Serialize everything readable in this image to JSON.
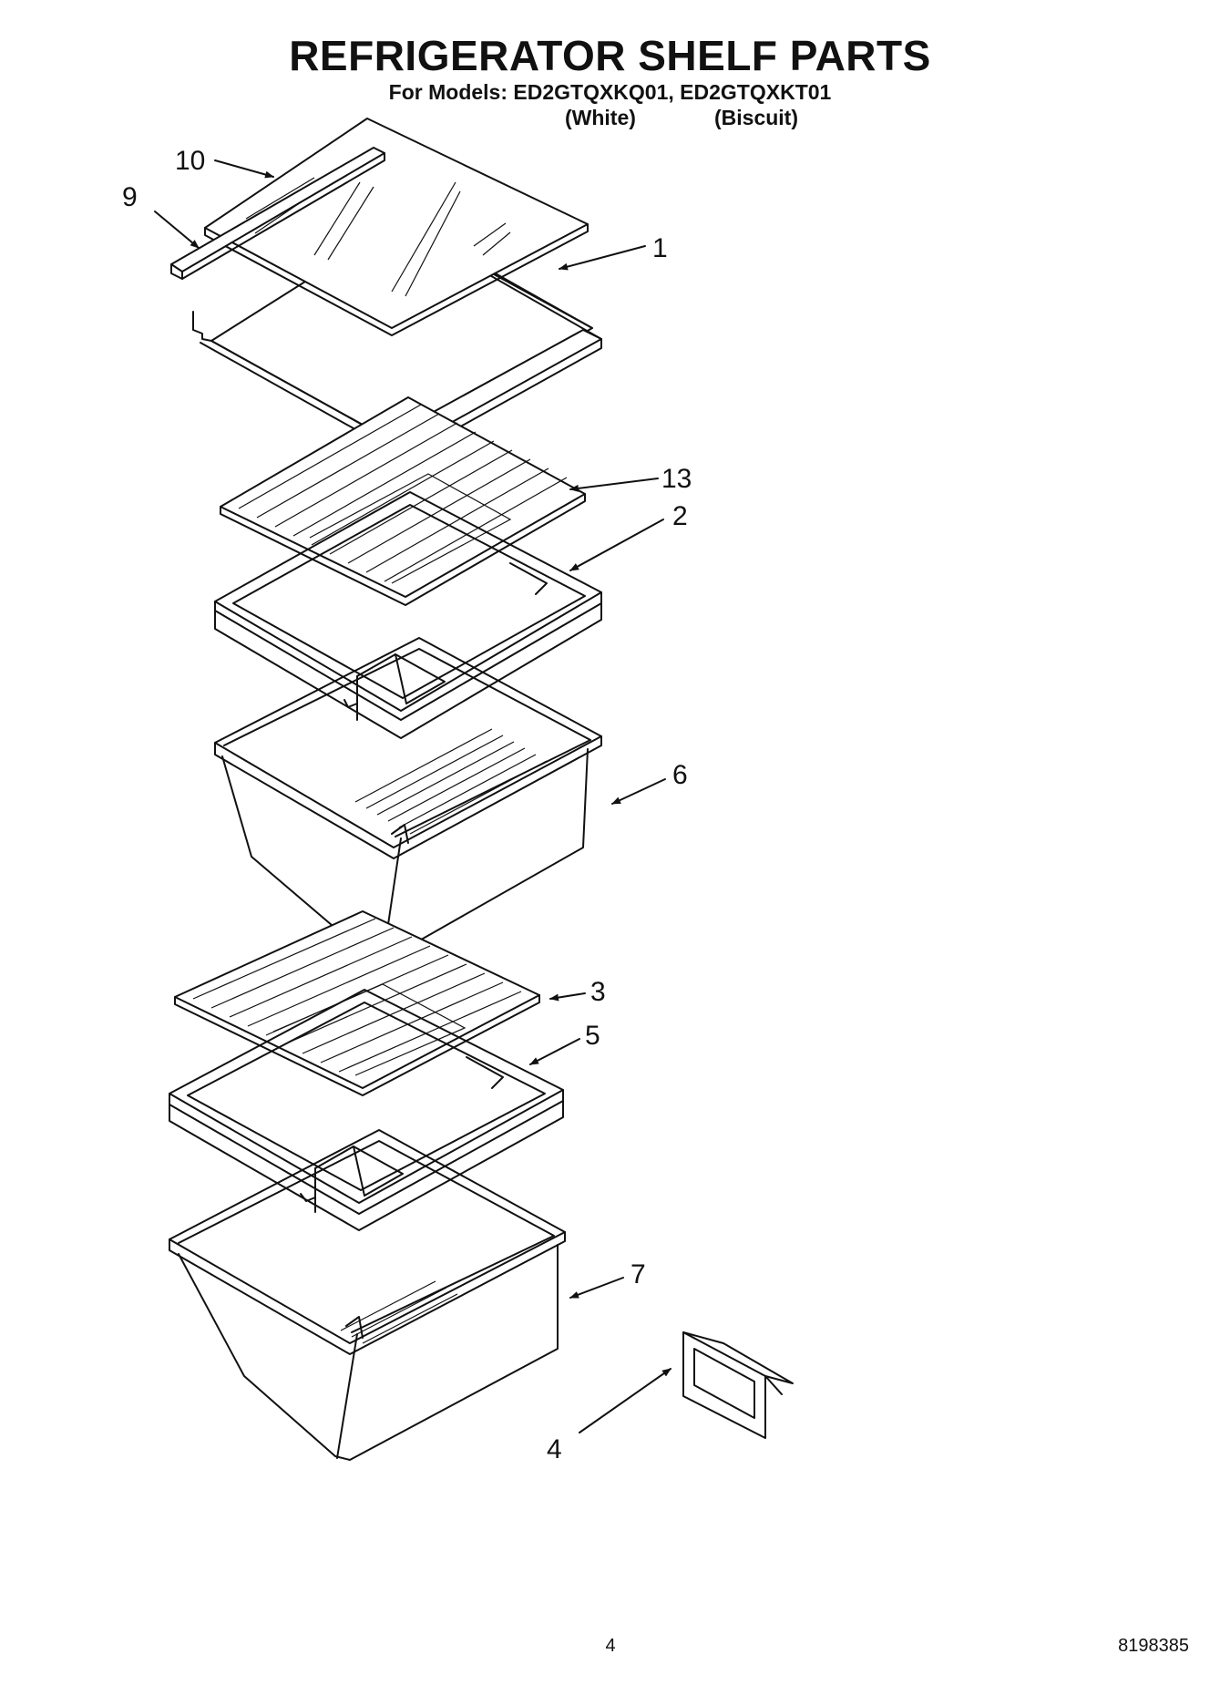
{
  "header": {
    "title": "REFRIGERATOR SHELF PARTS",
    "models_line": "For Models: ED2GTQXKQ01, ED2GTQXKT01",
    "color_white": "(White)",
    "color_biscuit": "(Biscuit)"
  },
  "callouts": {
    "p10": "10",
    "p9": "9",
    "p1": "1",
    "p13": "13",
    "p2": "2",
    "p6": "6",
    "p3": "3",
    "p5": "5",
    "p7": "7",
    "p4": "4"
  },
  "footer": {
    "page_number": "4",
    "document_number": "8198385"
  }
}
